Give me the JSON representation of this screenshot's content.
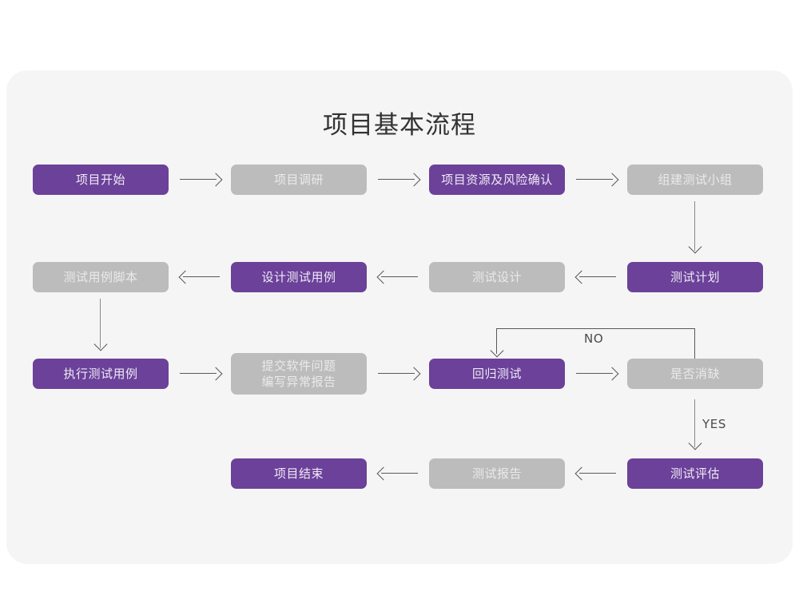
{
  "page": {
    "title": "项目基本流程",
    "background_color": "#ffffff",
    "canvas_color": "#f5f5f5",
    "accent_purple": "#6b4199",
    "accent_gray": "#bcbcbc",
    "connector_color": "#595959"
  },
  "nodes": [
    {
      "id": "n1",
      "label": "项目开始",
      "style": "purple"
    },
    {
      "id": "n2",
      "label": "项目调研",
      "style": "gray"
    },
    {
      "id": "n3",
      "label": "项目资源及风险确认",
      "style": "purple"
    },
    {
      "id": "n4",
      "label": "组建测试小组",
      "style": "gray"
    },
    {
      "id": "n5",
      "label": "测试计划",
      "style": "purple"
    },
    {
      "id": "n6",
      "label": "测试设计",
      "style": "gray"
    },
    {
      "id": "n7",
      "label": "设计测试用例",
      "style": "purple"
    },
    {
      "id": "n8",
      "label": "测试用例脚本",
      "style": "gray"
    },
    {
      "id": "n9",
      "label": "执行测试用例",
      "style": "purple"
    },
    {
      "id": "n10",
      "label": "提交软件问题\n编写异常报告",
      "style": "gray"
    },
    {
      "id": "n11",
      "label": "回归测试",
      "style": "purple"
    },
    {
      "id": "n12",
      "label": "是否消缺",
      "style": "gray"
    },
    {
      "id": "n13",
      "label": "测试评估",
      "style": "purple"
    },
    {
      "id": "n14",
      "label": "测试报告",
      "style": "gray"
    },
    {
      "id": "n15",
      "label": "项目结束",
      "style": "purple"
    }
  ],
  "edge_labels": {
    "no": "NO",
    "yes": "YES"
  }
}
